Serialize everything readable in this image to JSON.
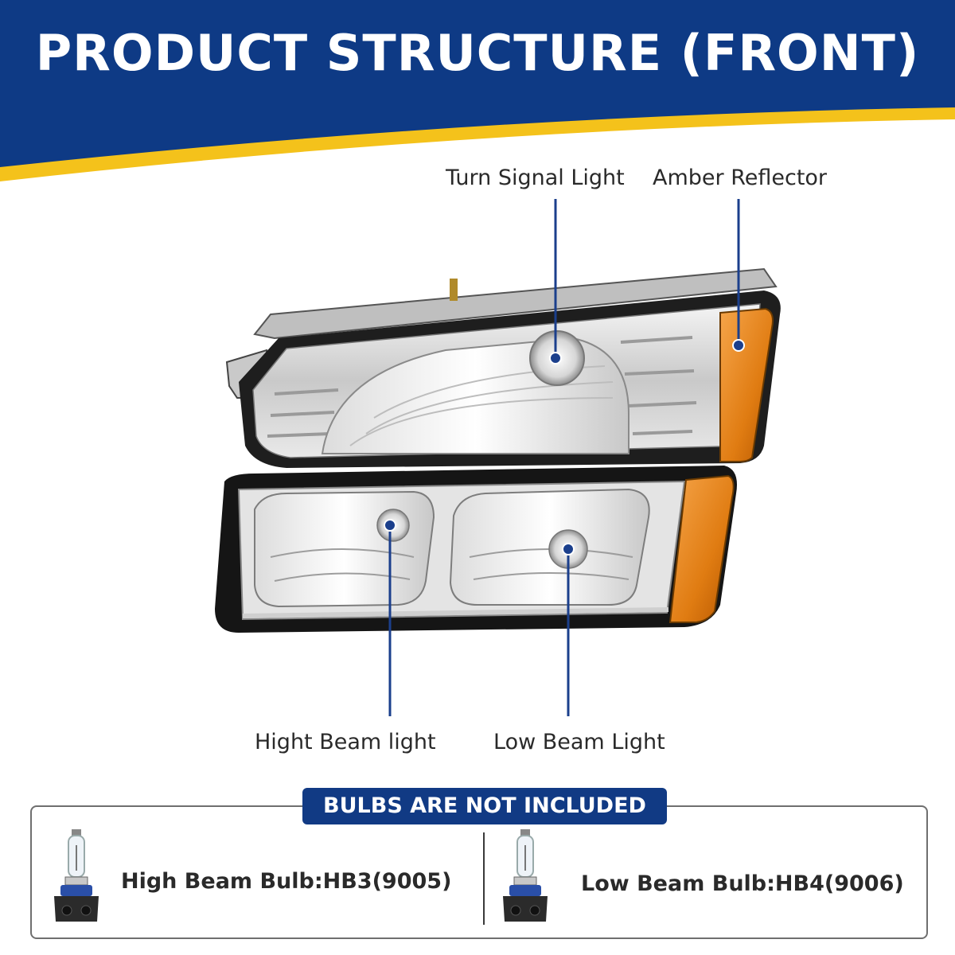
{
  "banner": {
    "title": "PRODUCT STRUCTURE (FRONT)",
    "colors": {
      "navy": "#0e3a85",
      "gold": "#f4c21b"
    }
  },
  "callouts": {
    "turn_signal": "Turn Signal Light",
    "amber_reflector": "Amber Reflector",
    "high_beam": "Hight Beam light",
    "low_beam": "Low Beam Light",
    "line_color": "#1b3f8c"
  },
  "notice": {
    "badge": "BULBS ARE NOT INCLUDED",
    "high_bulb_label": "High Beam Bulb:HB3(9005)",
    "low_bulb_label": "Low Beam Bulb:HB4(9006)"
  },
  "icons": {
    "high_bulb": "halogen-bulb-icon",
    "low_bulb": "halogen-bulb-icon"
  }
}
